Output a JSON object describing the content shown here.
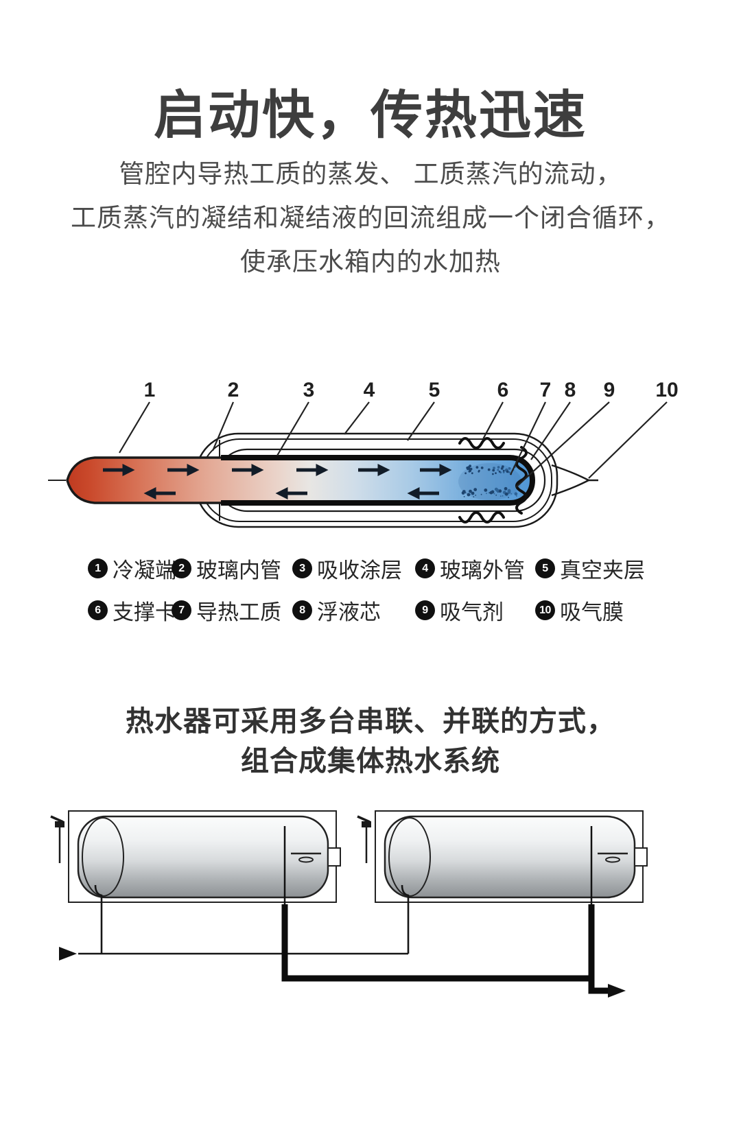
{
  "hero": {
    "title": "启动快，传热迅速",
    "lines": [
      "管腔内导热工质的蒸发、 工质蒸汽的流动，",
      "工质蒸汽的凝结和凝结液的回流组成一个闭合循环，",
      "使承压水箱内的水加热"
    ]
  },
  "tube_diagram": {
    "callouts": [
      "1",
      "2",
      "3",
      "4",
      "5",
      "6",
      "7",
      "8",
      "9",
      "10"
    ],
    "legend": [
      {
        "num": "1",
        "label": "冷凝端"
      },
      {
        "num": "2",
        "label": "玻璃内管"
      },
      {
        "num": "3",
        "label": "吸收涂层"
      },
      {
        "num": "4",
        "label": "玻璃外管"
      },
      {
        "num": "5",
        "label": "真空夹层"
      },
      {
        "num": "6",
        "label": "支撑卡"
      },
      {
        "num": "7",
        "label": "导热工质"
      },
      {
        "num": "8",
        "label": "浮液芯"
      },
      {
        "num": "9",
        "label": "吸气剂"
      },
      {
        "num": "10",
        "label": "吸气膜"
      }
    ],
    "colors": {
      "hot": "#bf3a20",
      "cold": "#4f96d5",
      "line": "#1a1a1a",
      "getter": "#1d446f"
    }
  },
  "system": {
    "heading_lines": [
      "热水器可采用多台串联、并联的方式，",
      "组合成集体热水系统"
    ],
    "colors": {
      "tank_dark": "#8d9194",
      "pipe": "#0c0c0c"
    }
  }
}
